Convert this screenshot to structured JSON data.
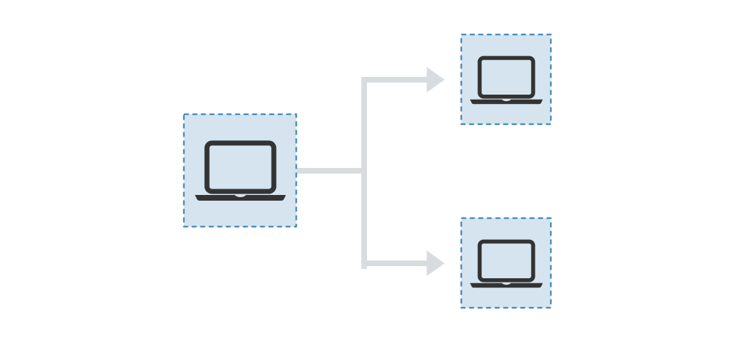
{
  "diagram": {
    "type": "one-to-many network",
    "nodes": [
      {
        "id": "source",
        "icon": "laptop-icon"
      },
      {
        "id": "target-top",
        "icon": "laptop-icon"
      },
      {
        "id": "target-bottom",
        "icon": "laptop-icon"
      }
    ],
    "edges": [
      {
        "from": "source",
        "to": "target-top"
      },
      {
        "from": "source",
        "to": "target-bottom"
      }
    ],
    "colors": {
      "box_fill": "#d6e4ef",
      "box_border": "#2a7ab5",
      "icon": "#333333",
      "connector": "#d9dcdf"
    }
  }
}
